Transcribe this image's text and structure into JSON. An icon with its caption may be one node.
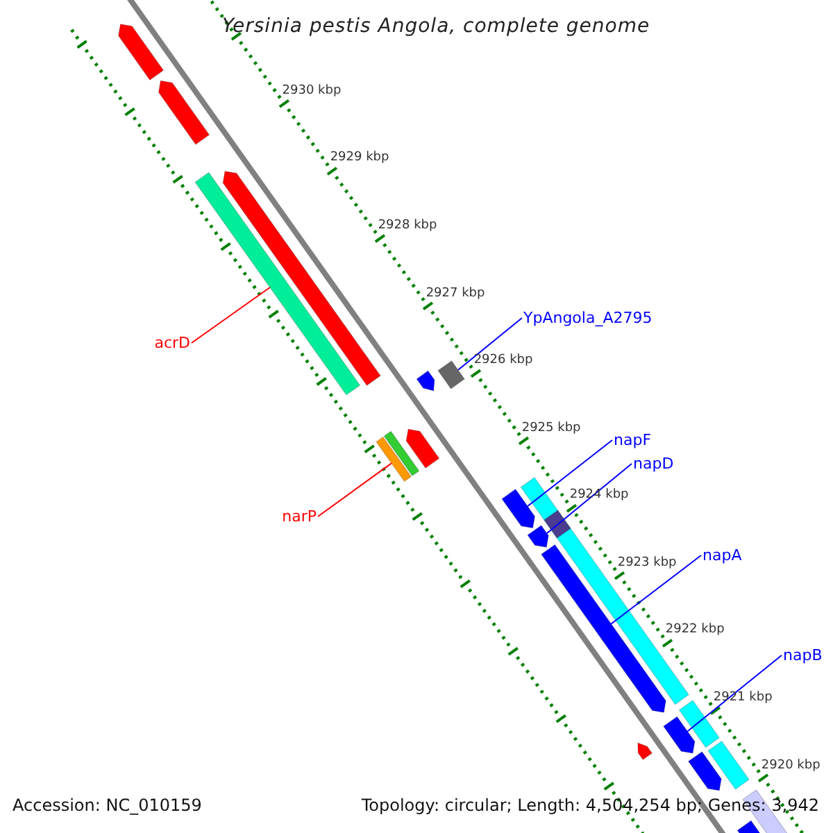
{
  "diagram": {
    "title": "Yersinia pestis Angola, complete genome",
    "nodes": [
      {
        "text": [
          "acrD"
        ]
      },
      {
        "text": [
          "narP"
        ]
      },
      {
        "text": [
          "YpAngola_A2795"
        ]
      },
      {
        "text": [
          "napF"
        ]
      },
      {
        "text": [
          "napD"
        ]
      },
      {
        "text": [
          "napA"
        ]
      },
      {
        "text": [
          "napB"
        ]
      },
      {
        "text": [],
        "shape": "pentagon"
      },
      {
        "text": [],
        "shape": "pentagon"
      },
      {
        "text": [],
        "shape": "pentagon"
      },
      {
        "text": [],
        "shape": "bar"
      },
      {
        "text": [],
        "shape": "pentagon"
      },
      {
        "text": [],
        "shape": "bar"
      },
      {
        "text": [],
        "shape": "bar"
      },
      {
        "text": [],
        "shape": "pentagon"
      },
      {
        "text": [],
        "shape": "bar"
      },
      {
        "text": [],
        "shape": "pentagon"
      },
      {
        "text": [],
        "shape": "pentagon"
      },
      {
        "text": [],
        "shape": "pentagon"
      },
      {
        "text": [],
        "shape": "pentagon"
      },
      {
        "text": [],
        "shape": "pentagon"
      },
      {
        "text": [],
        "shape": "pentagon"
      },
      {
        "text": [],
        "shape": "bar"
      },
      {
        "text": [],
        "shape": "bar",
        "in": 22
      },
      {
        "text": [],
        "shape": "bar"
      },
      {
        "text": [],
        "shape": "bar"
      },
      {
        "text": [],
        "shape": "bar"
      },
      {
        "text": [],
        "shape": "pentagon"
      }
    ],
    "edges": [
      {
        "from": 0,
        "to": 10,
        "arrow": "none",
        "color": "#ff0000"
      },
      {
        "from": 1,
        "to": 12,
        "arrow": "none",
        "color": "#ff0000"
      },
      {
        "from": 2,
        "to": 15,
        "arrow": "none"
      },
      {
        "from": 3,
        "to": 16,
        "arrow": "none"
      },
      {
        "from": 4,
        "to": 17,
        "arrow": "none"
      },
      {
        "from": 5,
        "to": 18,
        "arrow": "none"
      },
      {
        "from": 6,
        "to": 19,
        "arrow": "none"
      }
    ],
    "labels": [
      "2930 kbp",
      "2929 kbp",
      "2928 kbp",
      "2927 kbp",
      "2926 kbp",
      "2925 kbp",
      "2924 kbp",
      "2923 kbp",
      "2922 kbp",
      "2921 kbp",
      "2920 kbp",
      "Accession: NC_010159",
      "Topology: circular; Length: 4,504,254 bp; Genes: 3,942"
    ]
  }
}
